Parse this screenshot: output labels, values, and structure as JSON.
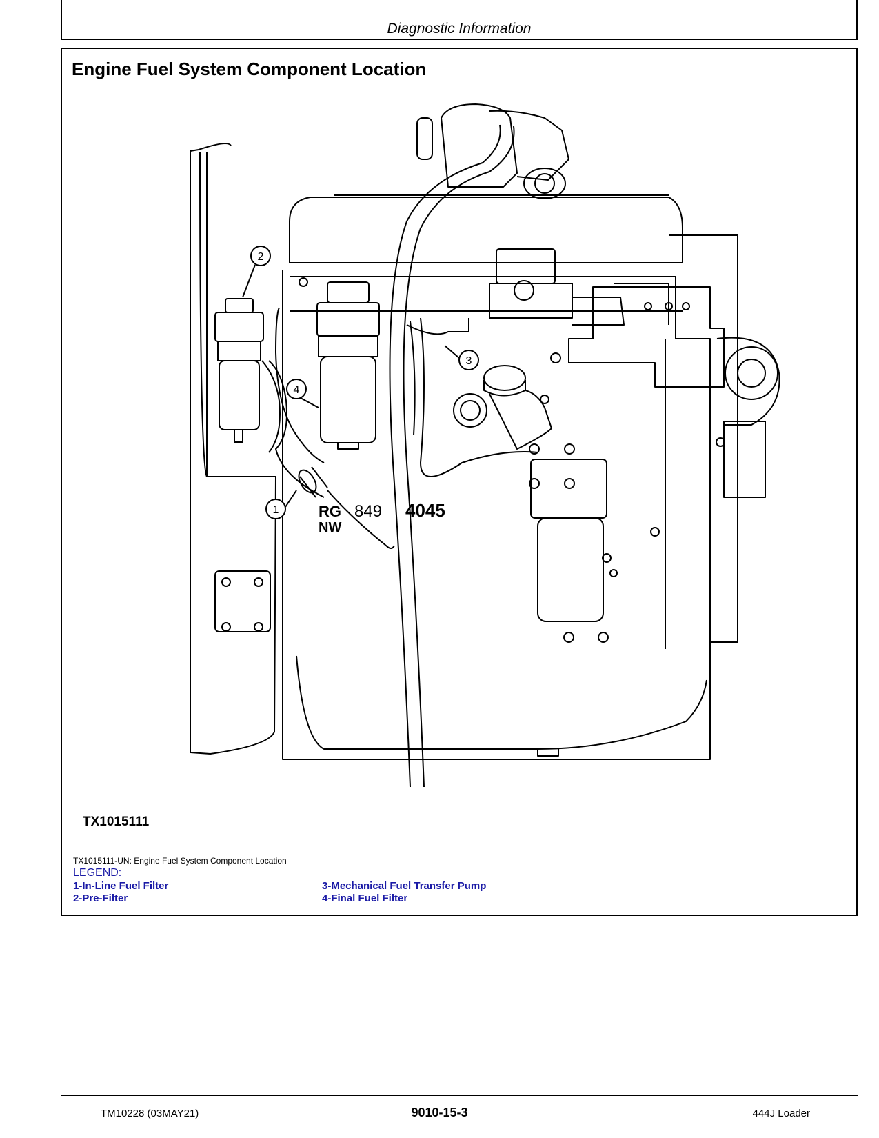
{
  "header": {
    "section": "Diagnostic Information"
  },
  "figure": {
    "title": "Engine Fuel System Component Location",
    "id_label": "TX1015111",
    "engine_text_1": "RG",
    "engine_text_2": "849",
    "engine_text_3": "4045",
    "engine_text_4": "NW",
    "callouts": [
      "1",
      "2",
      "3",
      "4"
    ],
    "caption": "TX1015111-UN: Engine Fuel System Component Location"
  },
  "legend": {
    "title": "LEGEND:",
    "items": [
      "1-In-Line Fuel Filter",
      "2-Pre-Filter",
      "3-Mechanical Fuel Transfer Pump",
      "4-Final Fuel Filter"
    ],
    "color": "#1a1aa6"
  },
  "footer": {
    "left": "TM10228 (03MAY21)",
    "center": "9010-15-3",
    "right": "444J Loader"
  }
}
